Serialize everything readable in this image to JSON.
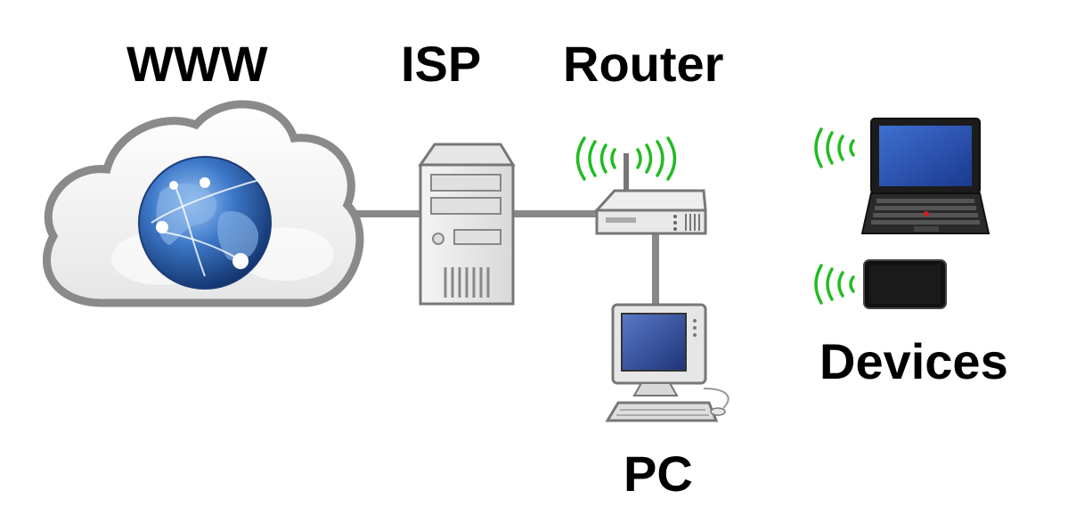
{
  "labels": {
    "www": "WWW",
    "isp": "ISP",
    "router": "Router",
    "devices": "Devices",
    "pc": "PC"
  },
  "nodes": [
    {
      "id": "www",
      "icon": "globe-cloud-icon"
    },
    {
      "id": "isp",
      "icon": "server-tower-icon"
    },
    {
      "id": "router",
      "icon": "wireless-router-icon"
    },
    {
      "id": "pc",
      "icon": "desktop-computer-icon"
    },
    {
      "id": "laptop",
      "icon": "laptop-icon"
    },
    {
      "id": "tablet",
      "icon": "tablet-icon"
    }
  ],
  "links": [
    {
      "from": "www",
      "to": "isp",
      "type": "wired"
    },
    {
      "from": "isp",
      "to": "router",
      "type": "wired"
    },
    {
      "from": "router",
      "to": "pc",
      "type": "wired"
    },
    {
      "from": "router",
      "to": "laptop",
      "type": "wireless"
    },
    {
      "from": "router",
      "to": "tablet",
      "type": "wireless"
    }
  ],
  "colors": {
    "wireless_signal": "#22bb22",
    "cable": "#888888",
    "cloud_outline": "#8a8a8a",
    "globe": "#2a5fa8",
    "screen": "#2d4fa0"
  }
}
